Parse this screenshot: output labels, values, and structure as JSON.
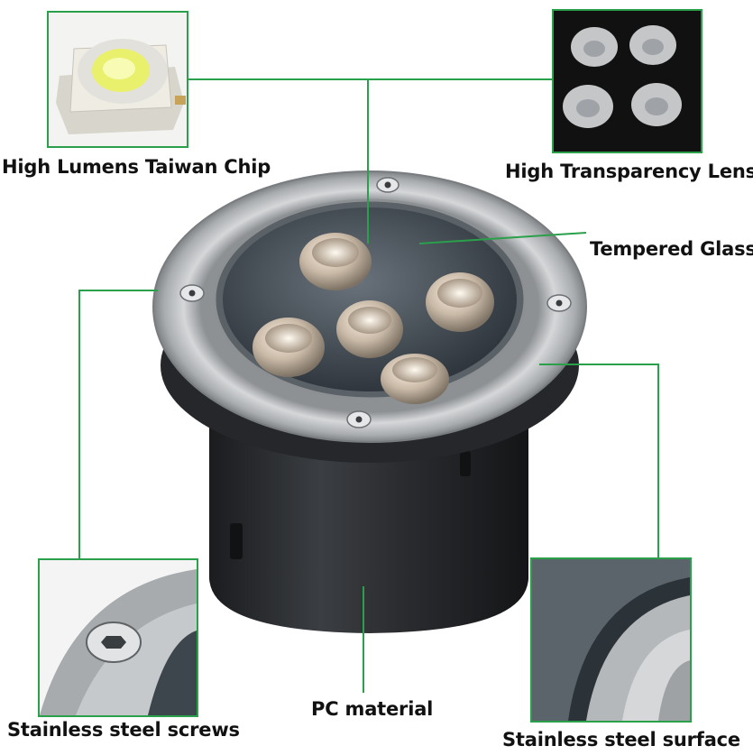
{
  "callouts": {
    "chip": "High Lumens Taiwan Chip",
    "lens": "High Transparency Lens",
    "glass": "Tempered Glass",
    "screws": "Stainless steel screws",
    "pc": "PC material",
    "surface": "Stainless steel surface"
  },
  "colors": {
    "leader_line": "#2aa04a",
    "steel_ring": "#b9bcbf",
    "body": "#2a2c2e",
    "glass": "#4c5660"
  },
  "icons": {
    "chip": "led-chip-icon",
    "lens": "lens-cluster-icon",
    "screw": "hex-screw-icon"
  }
}
